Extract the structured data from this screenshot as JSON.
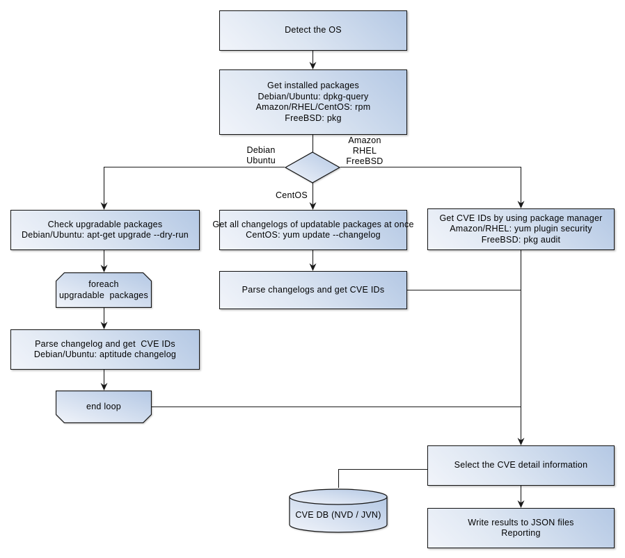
{
  "diagram": {
    "nodes": {
      "detect_os": {
        "lines": [
          "Detect the OS"
        ]
      },
      "get_installed_packages": {
        "lines": [
          "Get installed packages",
          "Debian/Ubuntu: dpkg-query",
          "Amazon/RHEL/CentOS: rpm",
          "FreeBSD: pkg"
        ]
      },
      "check_upgradable": {
        "lines": [
          "Check upgradable packages",
          "Debian/Ubuntu: apt-get upgrade --dry-run"
        ]
      },
      "foreach_loop": {
        "lines": [
          "foreach",
          "upgradable  packages"
        ]
      },
      "parse_changelog_debian": {
        "lines": [
          "Parse changelog and get  CVE IDs",
          "Debian/Ubuntu: aptitude changelog"
        ]
      },
      "end_loop": {
        "lines": [
          "end loop"
        ]
      },
      "get_changelogs_centos": {
        "lines": [
          "Get all changelogs of updatable packages at once",
          "CentOS: yum update --changelog"
        ]
      },
      "parse_changelogs_centos": {
        "lines": [
          "Parse changelogs and get CVE IDs"
        ]
      },
      "get_cve_package_manager": {
        "lines": [
          "Get CVE IDs by using package manager",
          "Amazon/RHEL: yum plugin security",
          "FreeBSD: pkg audit"
        ]
      },
      "select_cve_detail": {
        "lines": [
          "Select the CVE detail information"
        ]
      },
      "cve_db": {
        "lines": [
          "CVE DB (NVD / JVN)"
        ]
      },
      "write_results": {
        "lines": [
          "Write results to JSON files",
          "Reporting"
        ]
      }
    },
    "edge_labels": {
      "debian_ubuntu": [
        "Debian",
        "Ubuntu"
      ],
      "amazon_rhel_freebsd": [
        "Amazon",
        "RHEL",
        "FreeBSD"
      ],
      "centos": "CentOS"
    },
    "colors": {
      "node_fill_light": "#f1f4fa",
      "node_fill_dark": "#b4c8e4",
      "node_border": "#121212",
      "connector": "#1a1a1a",
      "background": "#ffffff"
    }
  }
}
